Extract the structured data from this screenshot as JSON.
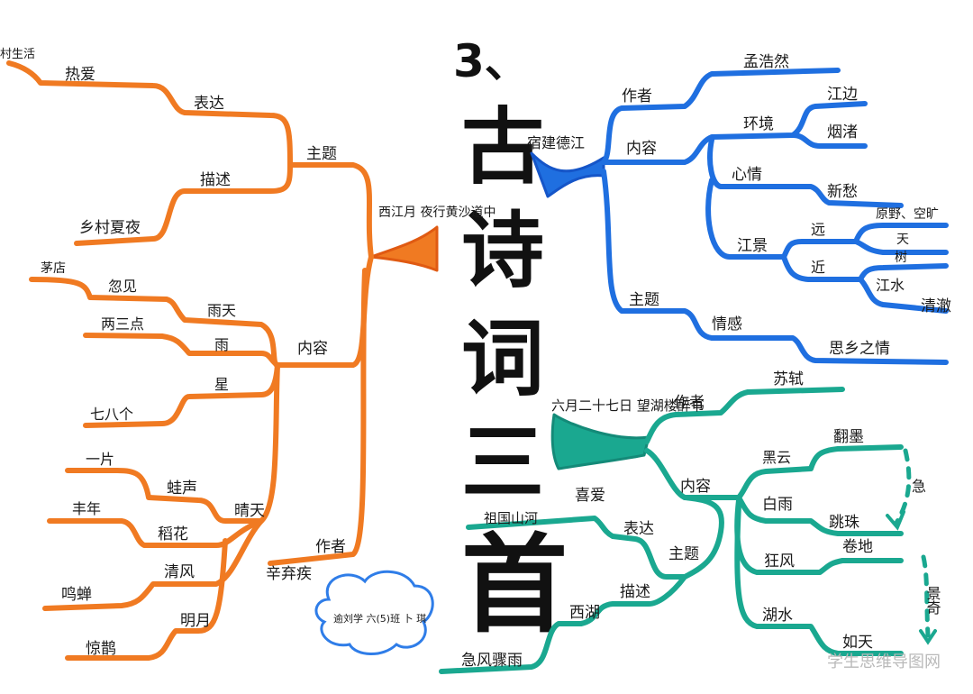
{
  "title": {
    "prefix": "3、",
    "chars": [
      "古",
      "诗",
      "词",
      "三",
      "首"
    ]
  },
  "watermark": "学生思维导图网",
  "colors": {
    "orange": "#f07a22",
    "orange_dark": "#e05a12",
    "blue": "#1f6fe0",
    "blue_dark": "#1555c8",
    "teal": "#1aa890",
    "teal_dark": "#148a78",
    "cloud": "#2f7de8",
    "ink": "#1a1a1a"
  },
  "poems": [
    {
      "id": "xijiangyue",
      "poem_title": "西江月 夜行黄沙道中",
      "color": "orange",
      "branches": {
        "theme": {
          "label": "主题",
          "express": "表达",
          "love": "热爱",
          "life": "村生活",
          "describe": "描述",
          "night": "乡村夏夜"
        },
        "content": {
          "label": "内容",
          "rainy": "雨天",
          "sudden": "忽见",
          "inn": "茅店",
          "rain": "雨",
          "few": "两三点",
          "star": "星",
          "seven": "七八个",
          "sunny": "晴天",
          "frog": "蛙声",
          "piece": "一片",
          "rice": "稻花",
          "harvest": "丰年",
          "breeze": "清风",
          "cicada": "鸣蝉",
          "moon": "明月",
          "magpie": "惊鹊"
        },
        "author": {
          "label": "作者",
          "name": "辛弃疾"
        }
      }
    },
    {
      "id": "sujiandejiang",
      "poem_title": "宿建德江",
      "color": "blue",
      "branches": {
        "author": {
          "label": "作者",
          "name": "孟浩然"
        },
        "content": {
          "label": "内容",
          "env": "环境",
          "river_island": "江边",
          "mist": "烟渚",
          "mood": "心情",
          "new_sorrow": "新愁",
          "scene": "江景",
          "far": "远",
          "wild": "原野、空旷",
          "sky": "天",
          "tree": "树",
          "near": "近",
          "water": "江水",
          "clear": "清澈"
        },
        "theme": {
          "label": "主题",
          "emotion": "情感",
          "homesick": "思乡之情"
        }
      }
    },
    {
      "id": "wanghulou",
      "poem_title": "六月二十七日 望湖楼醉书",
      "color": "teal",
      "branches": {
        "author": {
          "label": "作者",
          "name": "苏轼"
        },
        "content": {
          "label": "内容",
          "black_cloud": "黑云",
          "ink": "翻墨",
          "white_rain": "白雨",
          "pearls": "跳珠",
          "wind": "狂风",
          "roll": "卷地",
          "lake": "湖水",
          "sky": "如天",
          "urgent": "急",
          "scenery": "景奇"
        },
        "theme": {
          "label": "主题",
          "express": "表达",
          "love": "喜爱",
          "homeland": "祖国山河",
          "describe": "描述",
          "west_lake": "西湖",
          "storm": "急风骤雨"
        }
      }
    }
  ],
  "signature": "逾刘学 六(5)班 卜 琪"
}
